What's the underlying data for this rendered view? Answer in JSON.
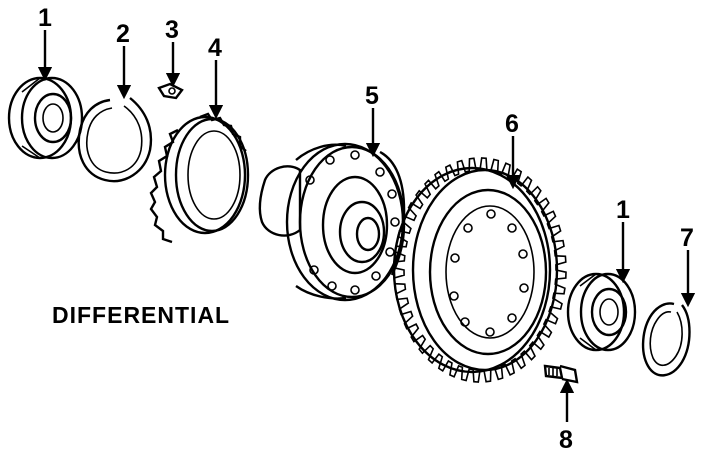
{
  "diagram": {
    "title": "DIFFERENTIAL",
    "callouts": [
      "1",
      "2",
      "3",
      "4",
      "5",
      "6",
      "1",
      "7",
      "8"
    ]
  }
}
